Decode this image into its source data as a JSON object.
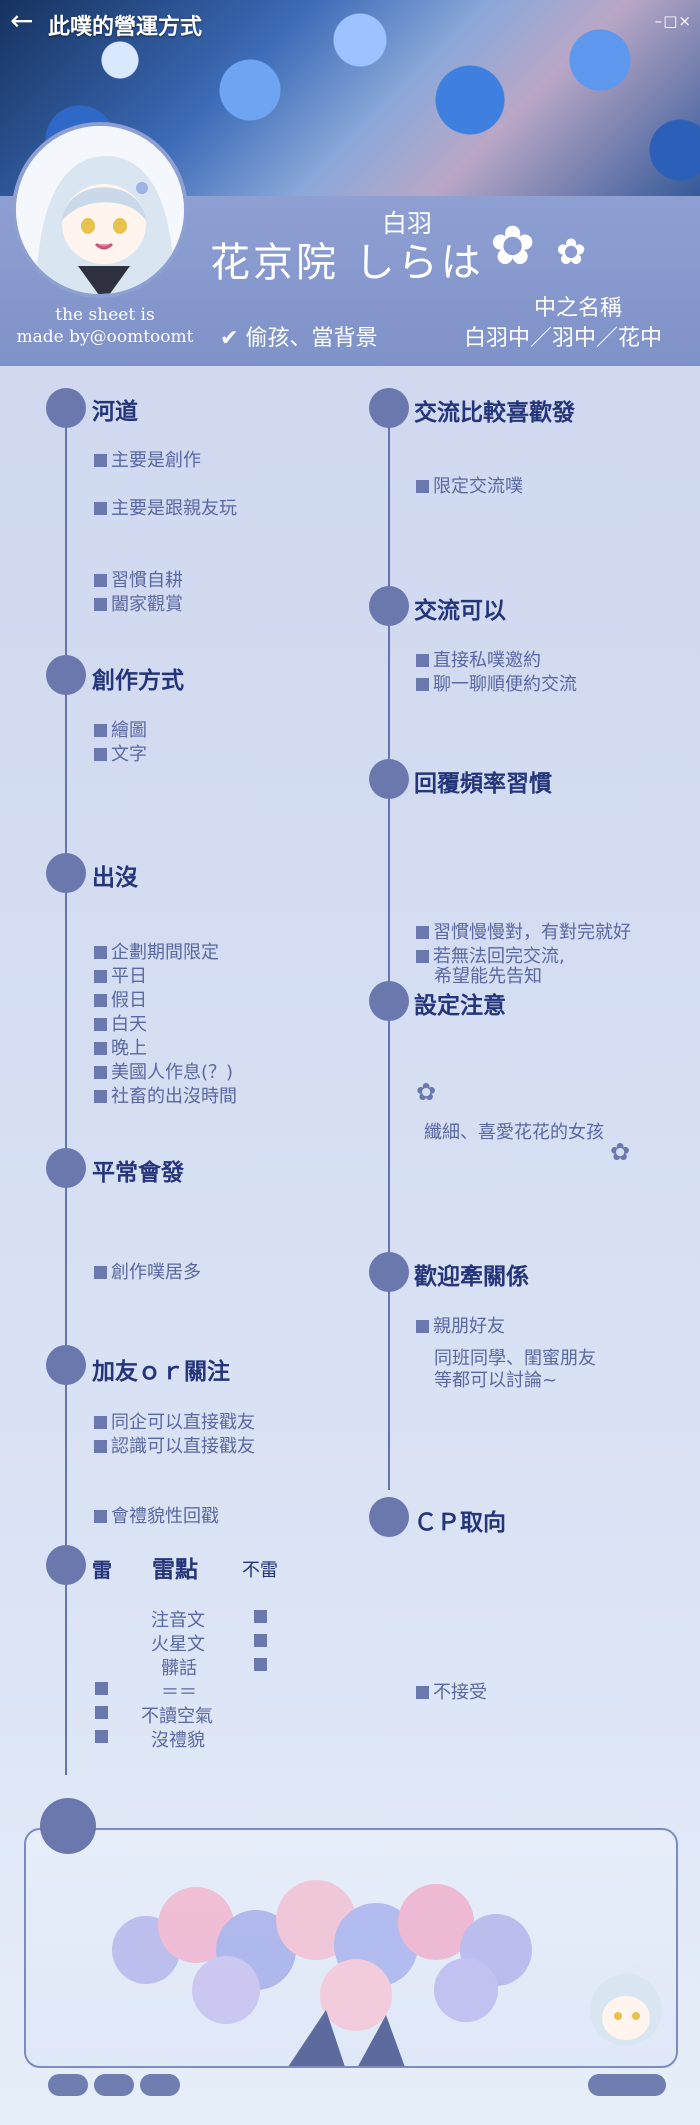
{
  "window": {
    "title": "此噗的營運方式",
    "controls": "–□×"
  },
  "profile": {
    "sheet_credit_line1": "the sheet is",
    "sheet_credit_line2": "made by@oomtoomt",
    "name_small": "白羽",
    "name_main": "花京院 しらは",
    "check_text": "偷孩、當背景",
    "nickname_title": "中之名稱",
    "nicknames": "白羽中／羽中／花中"
  },
  "left_column": {
    "river": {
      "title": "河道",
      "items": [
        "主要是創作",
        "主要是跟親友玩",
        "習慣自耕",
        "闔家觀賞"
      ]
    },
    "creation": {
      "title": "創作方式",
      "items": [
        "繪圖",
        "文字"
      ]
    },
    "presence": {
      "title": "出沒",
      "items": [
        "企劃期間限定",
        "平日",
        "假日",
        "白天",
        "晚上",
        "美國人作息(？)",
        "社畜的出沒時間"
      ]
    },
    "usual_post": {
      "title": "平常會發",
      "items": [
        "創作噗居多"
      ]
    },
    "follow": {
      "title": "加友ｏｒ關注",
      "items": [
        "同企可以直接戳友",
        "認識可以直接戳友",
        "會禮貌性回戳"
      ]
    },
    "landmine": {
      "title": "雷",
      "col_points": "雷點",
      "col_ok": "不雷",
      "points": [
        "注音文",
        "火星文",
        "髒話",
        "＝＝",
        "不讀空氣",
        "沒禮貌"
      ]
    }
  },
  "right_column": {
    "exchange_pref": {
      "title": "交流比較喜歡發",
      "items": [
        "限定交流噗"
      ]
    },
    "exchange_ok": {
      "title": "交流可以",
      "items": [
        "直接私噗邀約",
        "聊一聊順便約交流"
      ]
    },
    "reply_rate": {
      "title": "回覆頻率習慣",
      "items": [
        "習慣慢慢對，有對完就好",
        "若無法回完交流,"
      ],
      "note": "希望能先告知"
    },
    "setting_note": {
      "title": "設定注意",
      "text": "纖細、喜愛花花的女孩"
    },
    "relations": {
      "title": "歡迎牽關係",
      "items": [
        "親朋好友"
      ],
      "note_line1": "同班同學、閨蜜朋友",
      "note_line2": "等都可以討論~"
    },
    "cp": {
      "title": "ＣＰ取向",
      "items": [
        "不接受"
      ]
    }
  },
  "icons": {
    "back": "back-arrow-icon",
    "check": "check-icon",
    "flower": "flower-icon"
  },
  "colors": {
    "accent": "#6a78ad",
    "profile_band": "#8e9fd2",
    "title_text": "#25357a"
  }
}
